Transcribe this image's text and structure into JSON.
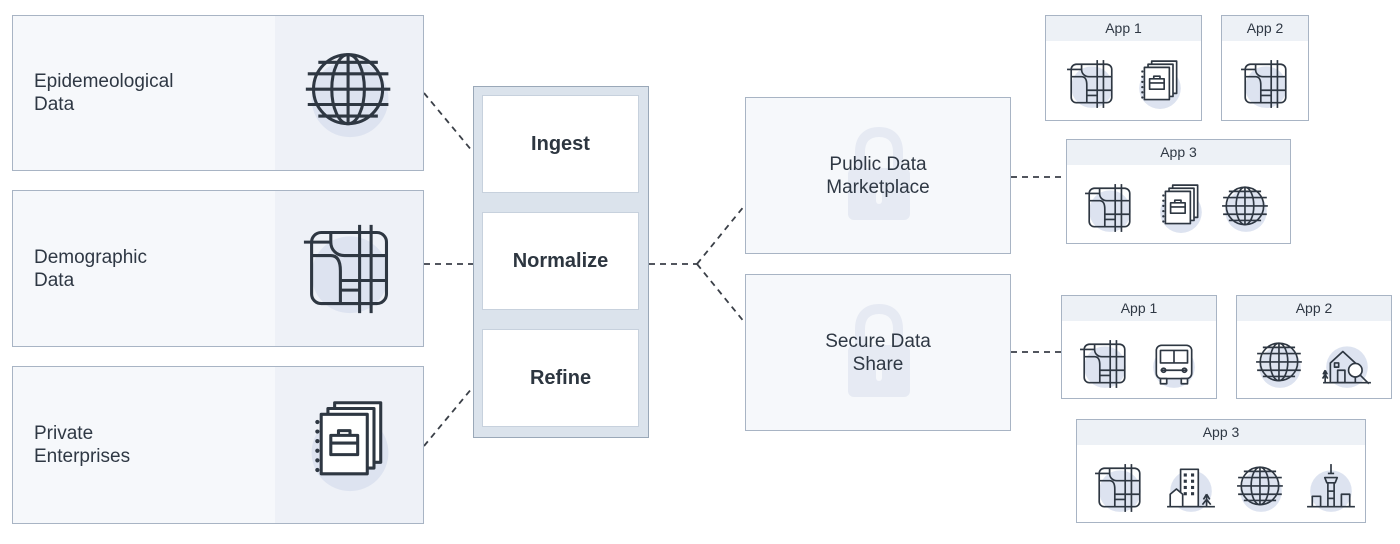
{
  "sources": [
    {
      "label": "Epidemeological\nData",
      "icon": "globe-icon"
    },
    {
      "label": "Demographic\nData",
      "icon": "map-icon"
    },
    {
      "label": "Private\nEnterprises",
      "icon": "briefcase-documents-icon"
    }
  ],
  "pipeline": {
    "stages": [
      "Ingest",
      "Normalize",
      "Refine"
    ]
  },
  "destinations": [
    {
      "label": "Public Data\nMarketplace",
      "icon": "lock-icon"
    },
    {
      "label": "Secure Data\nShare",
      "icon": "lock-icon"
    }
  ],
  "apps": {
    "marketplace": [
      {
        "title": "App 1",
        "icons": [
          "map-icon",
          "briefcase-documents-icon"
        ]
      },
      {
        "title": "App 2",
        "icons": [
          "map-icon"
        ]
      },
      {
        "title": "App 3",
        "icons": [
          "map-icon",
          "briefcase-documents-icon",
          "globe-icon"
        ]
      }
    ],
    "share": [
      {
        "title": "App 1",
        "icons": [
          "map-icon",
          "bus-icon"
        ]
      },
      {
        "title": "App 2",
        "icons": [
          "globe-icon",
          "house-search-icon"
        ]
      },
      {
        "title": "App 3",
        "icons": [
          "map-icon",
          "buildings-icon",
          "globe-icon",
          "tower-icon"
        ]
      }
    ]
  },
  "colors": {
    "border": "#a8b4c4",
    "panel": "#f6f8fb",
    "icon_circle": "#dde3f0",
    "icon_stroke": "#2e3742",
    "connector": "#3a3f47"
  }
}
